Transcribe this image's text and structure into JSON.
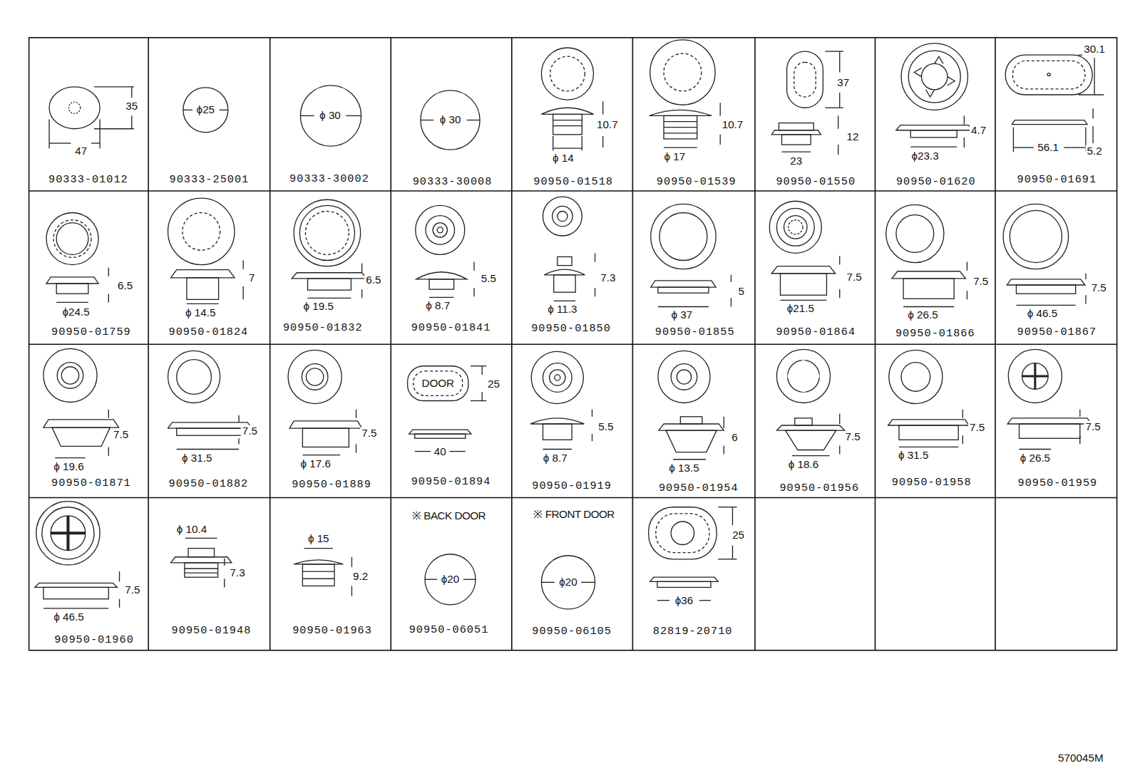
{
  "diagram": {
    "labels": [
      "35",
      "47",
      "90333-01012",
      "ϕ25",
      "90333-25001",
      "ϕ 30",
      "90333-30002",
      "ϕ 30",
      "90333-30008",
      "10.7",
      "ϕ 14",
      "90950-01518",
      "10.7",
      "ϕ 17",
      "90950-01539",
      "37",
      "12",
      "23",
      "90950-01550",
      "4.7",
      "ϕ23.3",
      "90950-01620",
      "30.1",
      "56.1",
      "5.2",
      "90950-01691",
      "6.5",
      "ϕ24.5",
      "90950-01759",
      "7",
      "ϕ 14.5",
      "90950-01824",
      "6.5",
      "ϕ 19.5",
      "90950-01832",
      "5.5",
      "ϕ 8.7",
      "90950-01841",
      "7.3",
      "ϕ 11.3",
      "90950-01850",
      "5",
      "ϕ 37",
      "90950-01855",
      "7.5",
      "ϕ21.5",
      "90950-01864",
      "7.5",
      "ϕ 26.5",
      "90950-01866",
      "7.5",
      "ϕ 46.5",
      "90950-01867",
      "7.5",
      "ϕ 19.6",
      "90950-01871",
      "7.5",
      "ϕ 31.5",
      "90950-01882",
      "7.5",
      "ϕ 17.6",
      "90950-01889",
      "DOOR",
      "25",
      "40",
      "90950-01894",
      "5.5",
      "ϕ 8.7",
      "90950-01919",
      "6",
      "ϕ 13.5",
      "90950-01954",
      "7.5",
      "ϕ 18.6",
      "90950-01956",
      "7.5",
      "ϕ 31.5",
      "90950-01958",
      "7.5",
      "ϕ 26.5",
      "90950-01959",
      "7.5",
      "ϕ 46.5",
      "90950-01960",
      "ϕ 10.4",
      "7.3",
      "90950-01948",
      "ϕ 15",
      "9.2",
      "90950-01963",
      "※ BACK DOOR",
      "ϕ20",
      "90950-06051",
      "※ FRONT DOOR",
      "ϕ20",
      "90950-06105",
      "25",
      "ϕ36",
      "82819-20710",
      "570045M"
    ]
  }
}
